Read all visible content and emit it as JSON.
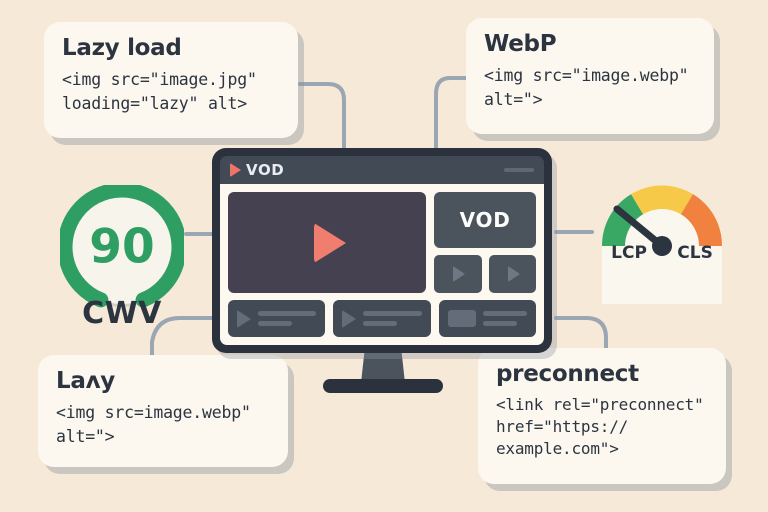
{
  "page": {
    "background_color": "#f6e9d8",
    "title": "Video on demand web performance optimization diagram"
  },
  "cards": {
    "lazy_load": {
      "name": "lazy-load-card",
      "title": "Lazy load",
      "code": "<img src=\"image.jpg\"\nloading=\"lazy\" alt>"
    },
    "webp": {
      "name": "webp-card",
      "title": "WebP",
      "code": "<img src=\"image.webp\"\nalt=\">"
    },
    "lazy": {
      "name": "lazy-card",
      "title": "Laʌy",
      "code": "<img src=image.webp\"\nalt=\">"
    },
    "preconnect": {
      "name": "preconnect-card",
      "title": "preconnect",
      "code": "<link rel=\"preconnect\"\nhref=\"https://\nexample.com\">"
    }
  },
  "cwv_gauge": {
    "score": "90",
    "label": "CWV",
    "ring_color": "#2f9e63",
    "inner_color": "#f7f4ec",
    "value_color": "#2f9e63"
  },
  "speedometer": {
    "left_label": "LCP",
    "right_label": "CLS",
    "segments": [
      {
        "name": "good",
        "color": "#3aa865"
      },
      {
        "name": "needs-improvement",
        "color": "#f6c council"
      },
      {
        "name": "poor",
        "color": "#f08040"
      }
    ],
    "segment_colors": [
      "#3aa865",
      "#f7c948",
      "#f0813f"
    ],
    "needle_color": "#2c3440",
    "dial_color": "#faf7ef"
  },
  "monitor": {
    "brand_name": "VOD",
    "brand_logo_icon": "play-triangle-icon",
    "brand_logo_color": "#ef7468",
    "topbar_color": "#424a56",
    "bezel_color": "#2b323d",
    "screen_color": "#fdf9f1",
    "video_panel": {
      "background": "#454151",
      "play_icon": "play-triangle-icon",
      "play_color": "#ef7e6e"
    },
    "vod_card_label": "VOD",
    "side_buttons": [
      {
        "name": "side-play-button-1",
        "icon": "play-triangle-icon"
      },
      {
        "name": "side-play-button-2",
        "icon": "play-triangle-icon"
      }
    ],
    "thumbnails": [
      {
        "name": "thumbnail-1",
        "icon": "play-triangle-icon"
      },
      {
        "name": "thumbnail-2",
        "icon": "play-triangle-icon"
      },
      {
        "name": "thumbnail-3",
        "icon": "image-rect-icon"
      }
    ]
  },
  "connectors": {
    "color": "#9aa6b2",
    "width": 4
  }
}
